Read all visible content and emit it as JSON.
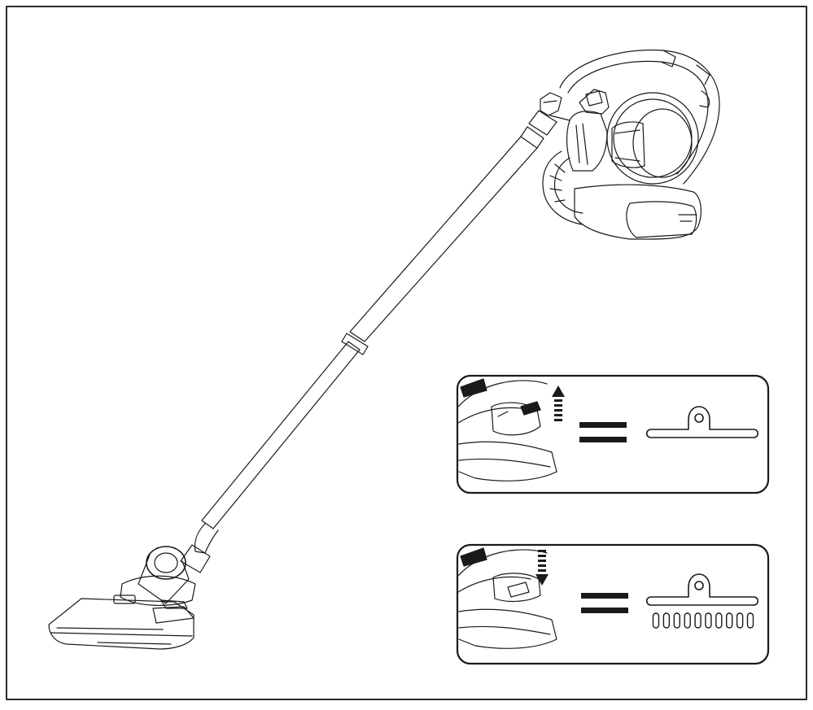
{
  "colors": {
    "line": "#1a1a1a",
    "background": "#ffffff",
    "frame": "#2b2b2b"
  },
  "icons": {
    "main": "stick-vacuum-icon",
    "panel_up": "brush-bar-up-icon",
    "panel_down": "brush-bar-down-icon",
    "arrow_up": "dashed-arrow-up-icon",
    "arrow_down": "dashed-arrow-down-icon",
    "equals": "equals-icon",
    "hard_floor": "hard-floor-symbol-icon",
    "carpet": "carpet-bristles-symbol-icon"
  },
  "panels": [
    {
      "mode": "hard-floor",
      "pedal": "up"
    },
    {
      "mode": "carpet",
      "pedal": "down",
      "bristle_count": 10
    }
  ]
}
